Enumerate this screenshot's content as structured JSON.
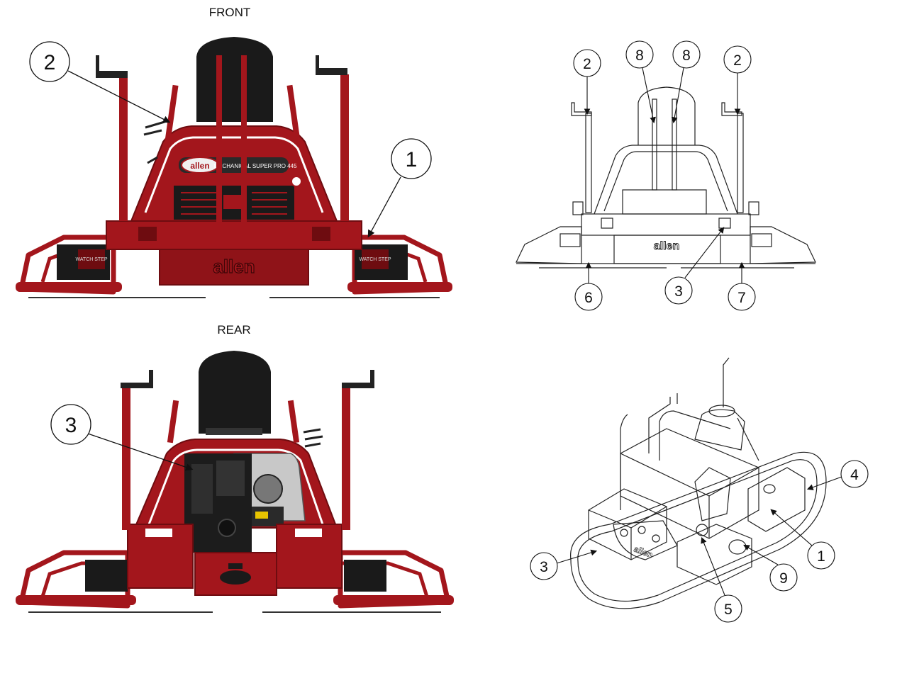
{
  "views": {
    "front_label": "FRONT",
    "rear_label": "REAR"
  },
  "brand": {
    "logo_text": "allen",
    "model_text": "MECHANICAL SUPER PRO 445",
    "step_text": "WATCH STEP"
  },
  "colors": {
    "machine_red": "#a3161c",
    "dark_red": "#6e0c10",
    "frame_black": "#1a1a1a",
    "line_art": "#222222",
    "callout_stroke": "#111111"
  },
  "callouts": {
    "front_1": "1",
    "front_2": "2",
    "rear_3": "3",
    "line_2_left": "2",
    "line_8_left": "8",
    "line_8_right": "8",
    "line_2_right": "2",
    "line_6": "6",
    "line_3": "3",
    "line_7": "7",
    "iso_3": "3",
    "iso_4": "4",
    "iso_1": "1",
    "iso_9": "9",
    "iso_5": "5"
  }
}
